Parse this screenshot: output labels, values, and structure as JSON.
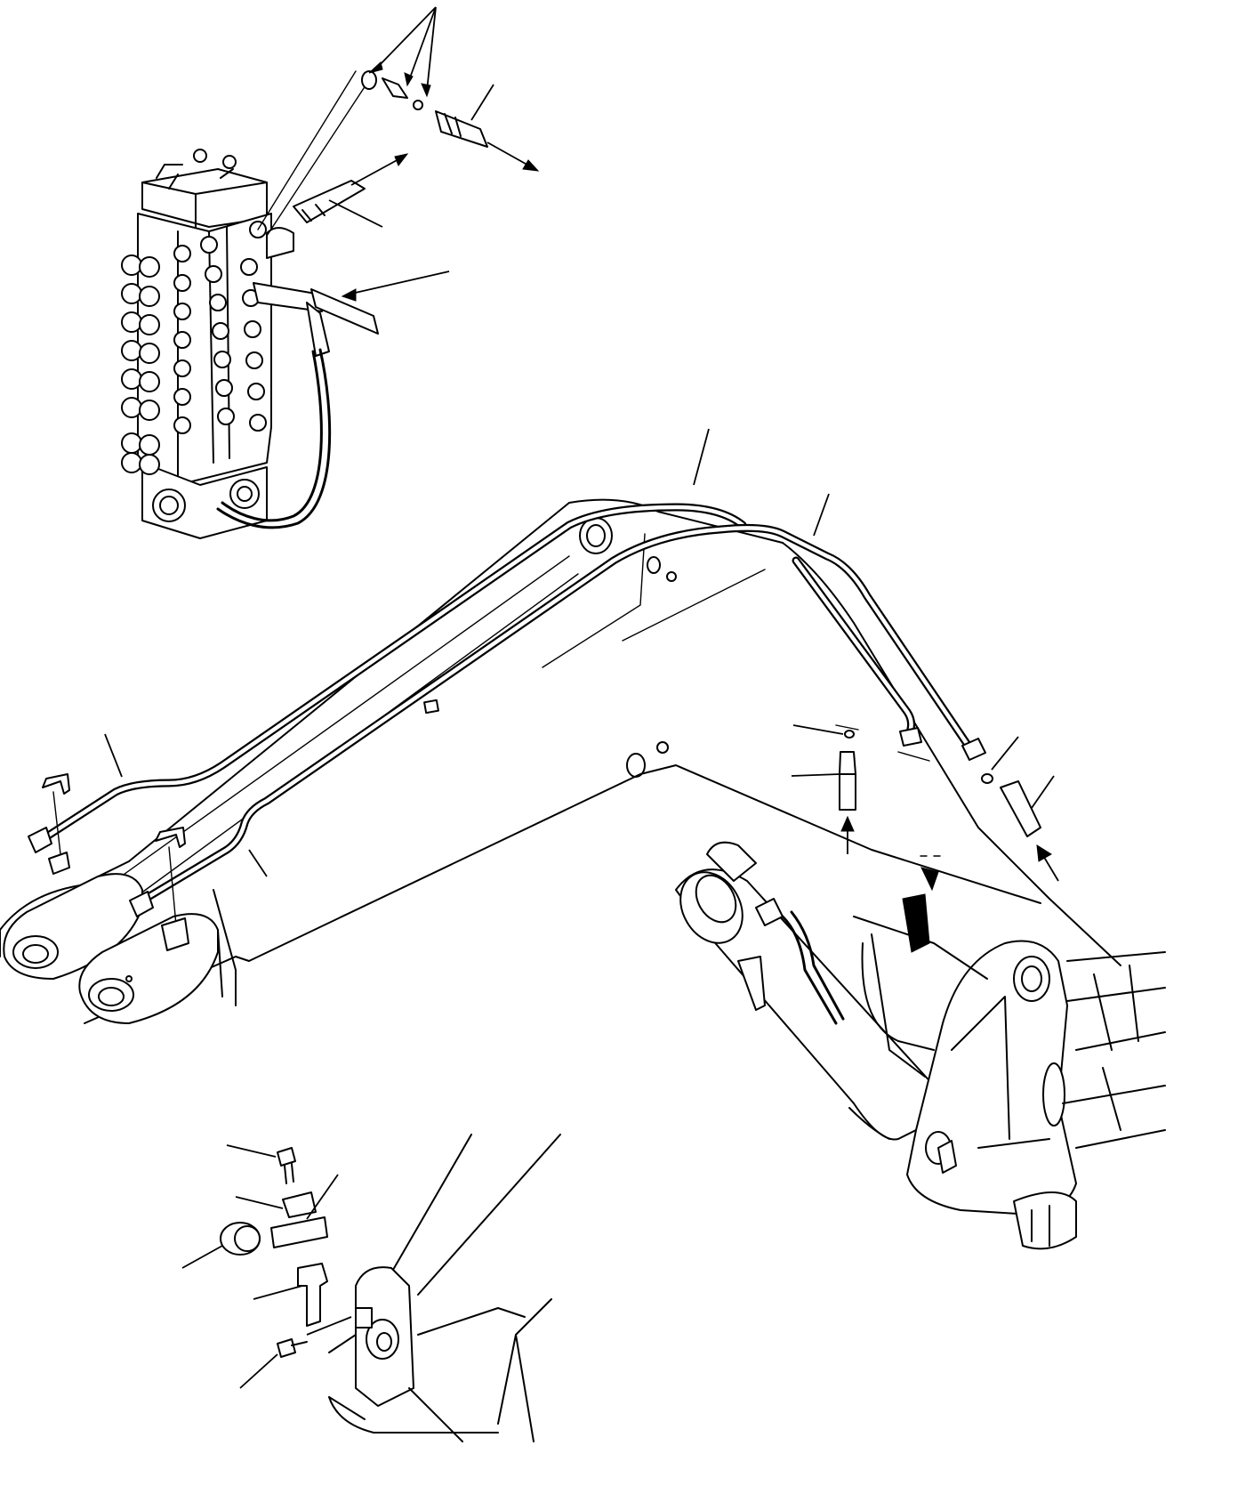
{
  "figure": {
    "type": "exploded parts diagram (line art, no printed text)",
    "stroke_color": "#000000",
    "background_color": "#ffffff"
  },
  "components": [
    {
      "id": "control-valve",
      "icon": "multi-spool-valve"
    },
    {
      "id": "boom",
      "icon": "excavator-boom"
    },
    {
      "id": "boom-cylinder",
      "icon": "hydraulic-cylinder"
    },
    {
      "id": "boom-pipe-left",
      "icon": "pipe"
    },
    {
      "id": "boom-pipe-right",
      "icon": "pipe"
    },
    {
      "id": "pipe-clamp",
      "icon": "clamp"
    },
    {
      "id": "quick-coupler",
      "icon": "hose-fitting"
    },
    {
      "id": "bracket-detail",
      "icon": "clamp-detail"
    }
  ]
}
